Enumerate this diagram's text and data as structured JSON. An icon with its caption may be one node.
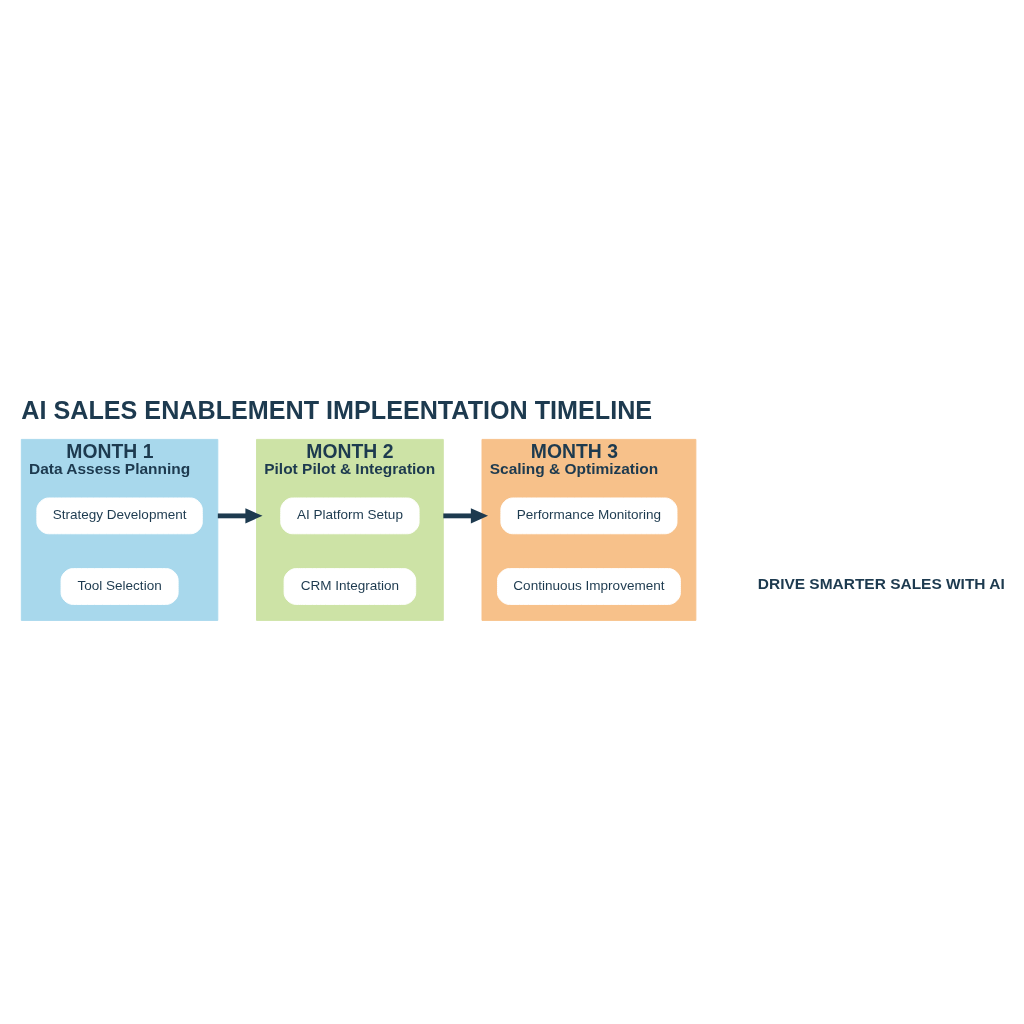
{
  "diagram": {
    "title": "AI SALES ENABLEMENT IMPLEENTATION TIMELINE",
    "caption": "DRIVE SMARTER SALES WITH AI",
    "nodes": [
      {
        "text": [
          "MONTH 1",
          "Data Assess Planning"
        ]
      },
      {
        "text": [
          "Strategy Development"
        ],
        "in": 0
      },
      {
        "text": [
          "Tool Selection"
        ],
        "in": 0
      },
      {
        "text": [
          "MONTH 2",
          "Pilot Pilot & Integration"
        ]
      },
      {
        "text": [
          "AI Platform Setup"
        ],
        "in": 3
      },
      {
        "text": [
          "CRM Integration"
        ],
        "in": 3
      },
      {
        "text": [
          "MONTH 3",
          "Scaling & Optimization"
        ]
      },
      {
        "text": [
          "Performance Monitoring"
        ],
        "in": 6
      },
      {
        "text": [
          "Continuous Improvement"
        ],
        "in": 6
      }
    ],
    "edges": [
      {
        "from": 0,
        "to": 3,
        "arrow": "to"
      },
      {
        "from": 3,
        "to": 6,
        "arrow": "to"
      }
    ]
  }
}
